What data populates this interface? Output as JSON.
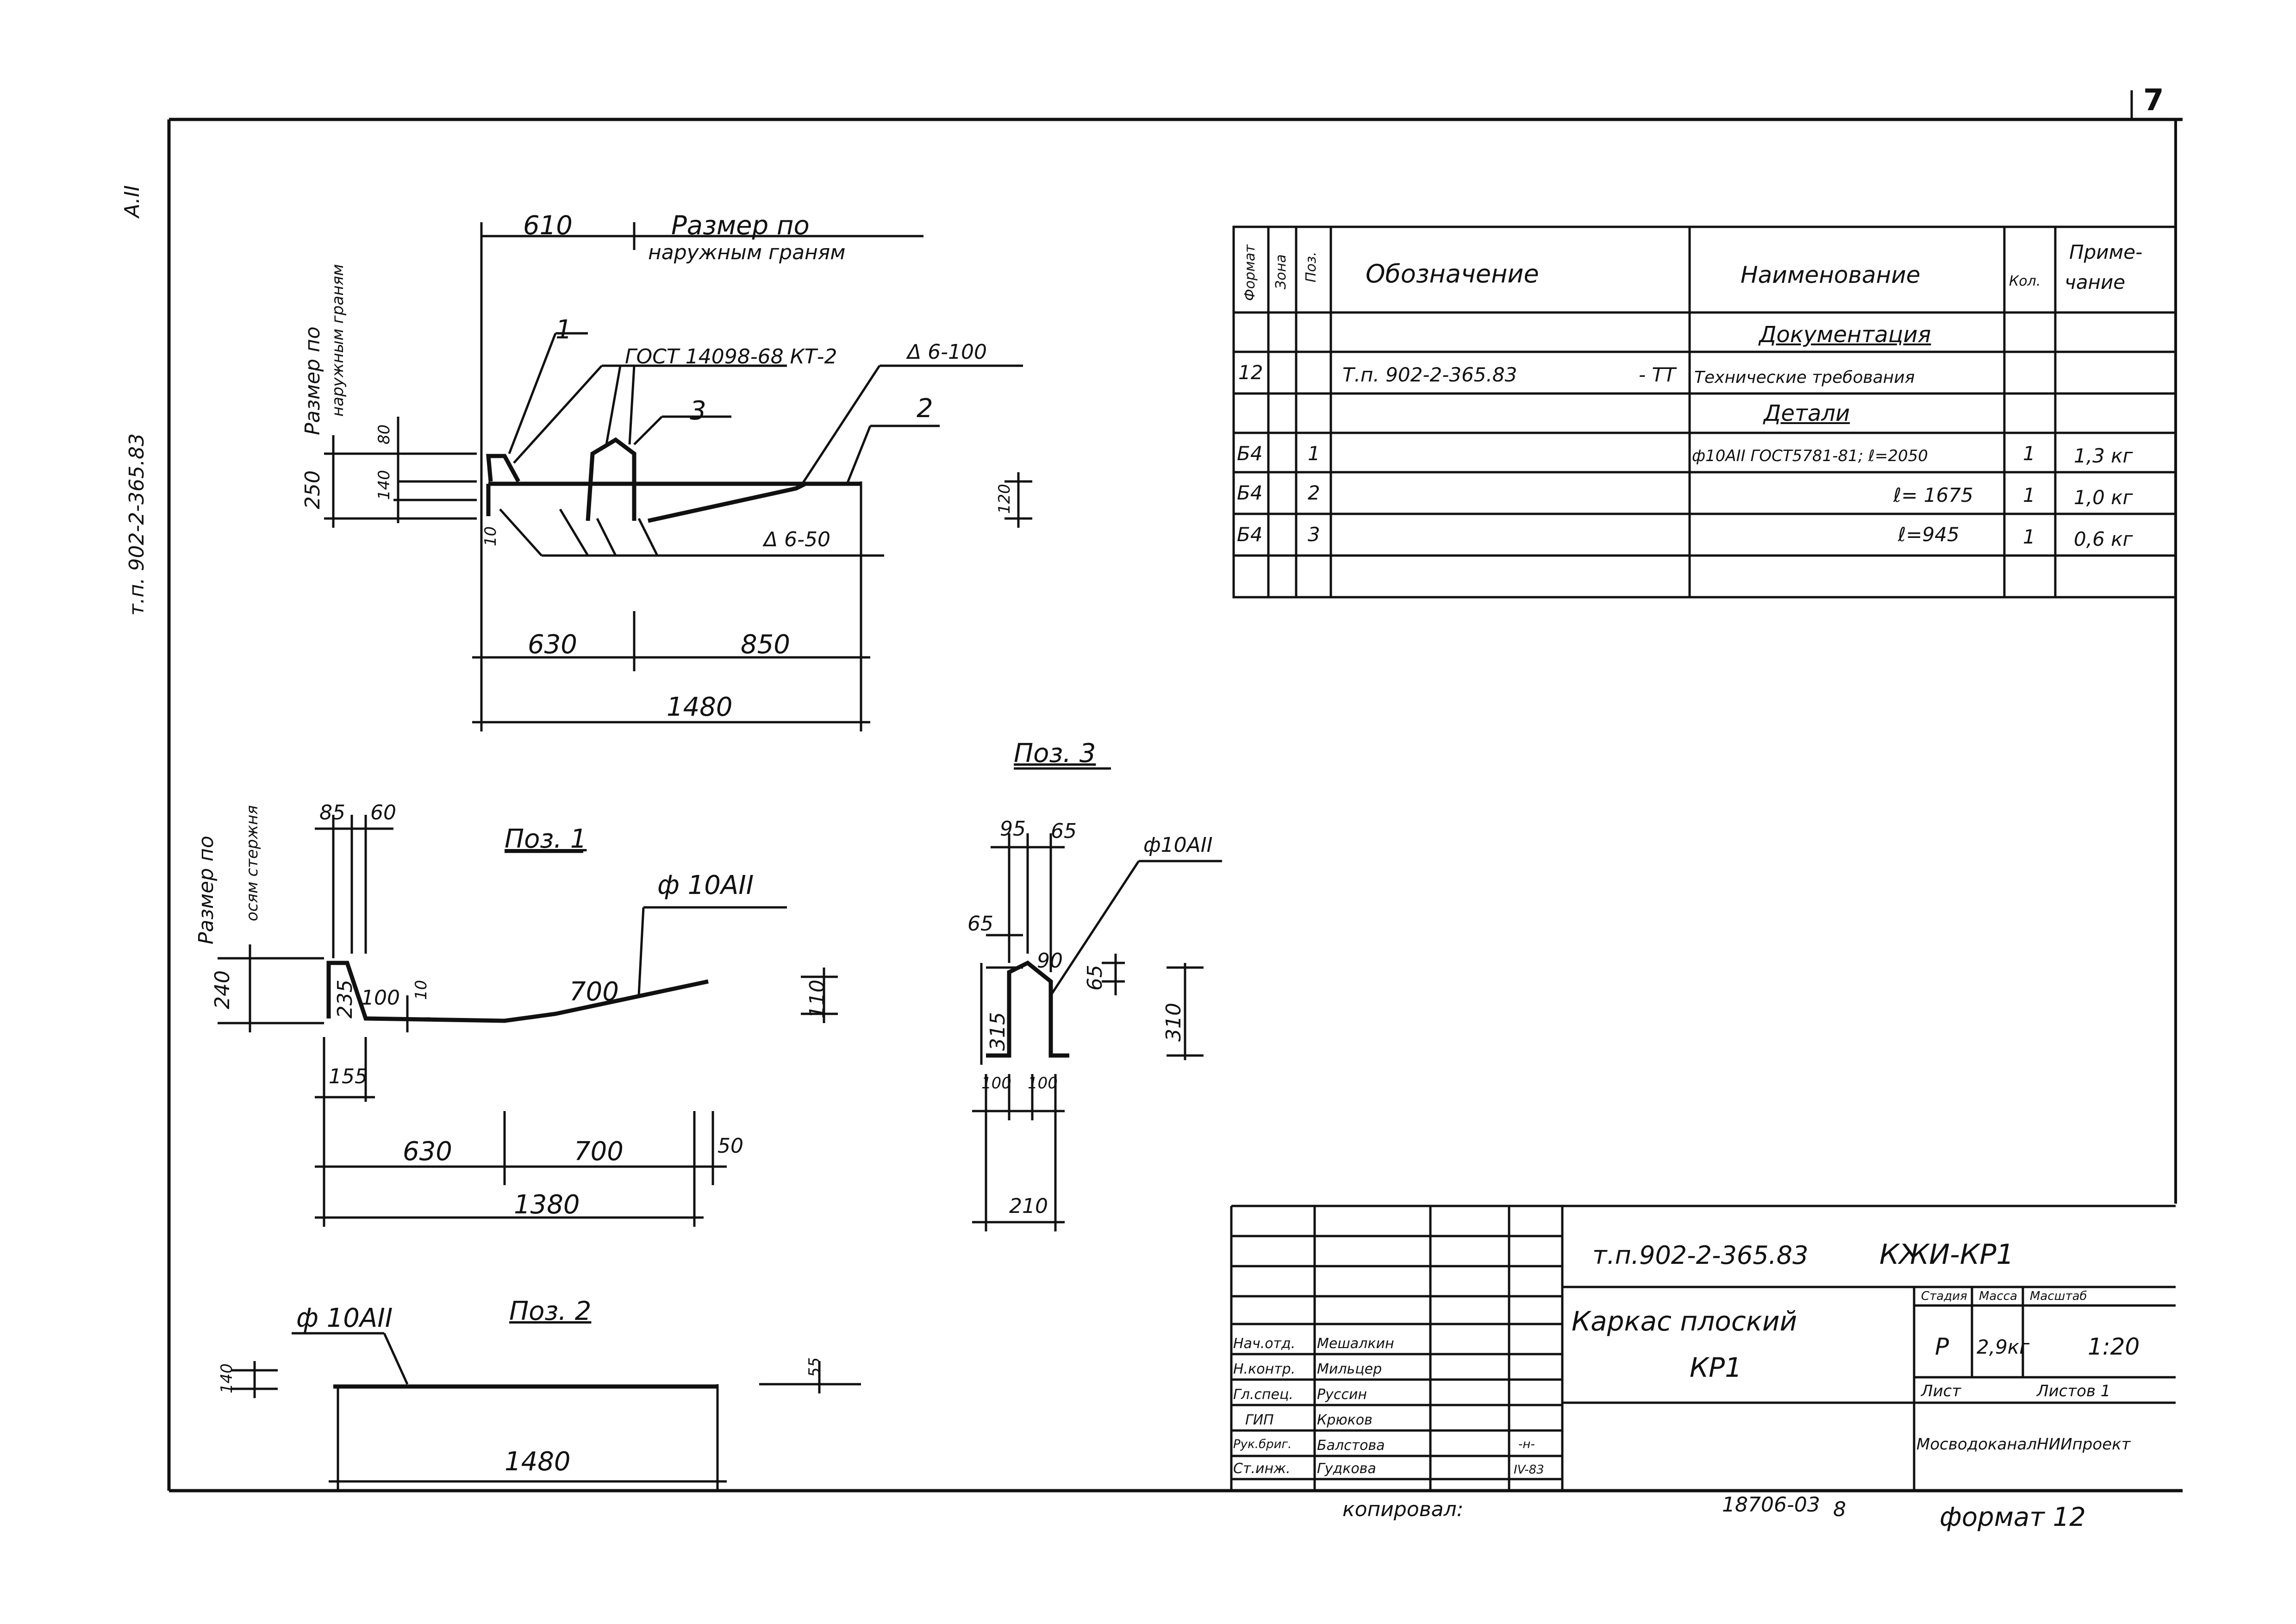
{
  "page_number": "7",
  "left_margin": {
    "corner_mark": "А.II",
    "doc_code": "т.п. 902-2-365.83"
  },
  "top_drawing": {
    "dim_610": "610",
    "note_line1": "Размер по",
    "note_line2": "наружным граням",
    "side_label1": "Размер по",
    "side_label2": "наружным граням",
    "dim_250": "250",
    "dim_80": "80",
    "dim_140": "140",
    "dim_120": "120",
    "dim_10": "10",
    "callout_1": "1",
    "callout_3": "3",
    "callout_2": "2",
    "gost_weld": "ГОСТ 14098-68 КТ-2",
    "weld_6_100": "Δ 6-100",
    "weld_6_50": "Δ 6-50",
    "dim_630": "630",
    "dim_850": "850",
    "dim_1480": "1480"
  },
  "pos1": {
    "title": "Поз. 1",
    "side_label1": "Размер по",
    "side_label2": "осям стержня",
    "dim_85": "85",
    "dim_60": "60",
    "dim_240": "240",
    "dim_235": "235",
    "dim_100": "100",
    "dim_10": "10",
    "dim_700_slope": "700",
    "dim_110": "110",
    "dim_155": "155",
    "dim_630": "630",
    "dim_700": "700",
    "dim_50": "50",
    "dim_1380": "1380",
    "rebar": "ф 10АII"
  },
  "pos3": {
    "title": "Поз. 3",
    "dim_95": "95",
    "dim_65_top": "65",
    "rebar": "ф10АII",
    "dim_65_left": "65",
    "dim_90": "90",
    "dim_65_right": "65",
    "dim_315": "315",
    "dim_310": "310",
    "dim_100a": "100",
    "dim_100b": "100",
    "dim_210": "210"
  },
  "pos2": {
    "title": "Поз. 2",
    "rebar": "ф 10АII",
    "dim_140": "140",
    "dim_55": "55",
    "dim_1480": "1480"
  },
  "spec_table": {
    "headers": {
      "format": "Формат",
      "zone": "Зона",
      "pos": "Поз.",
      "designation": "Обозначение",
      "name": "Наименование",
      "qty": "Кол.",
      "note1": "Приме-",
      "note2": "чание"
    },
    "section_docs": "Документация",
    "doc_row": {
      "format": "12",
      "designation": "Т.п. 902-2-365.83",
      "suffix": "- ТТ",
      "name": "Технические требования"
    },
    "section_parts": "Детали",
    "rows": [
      {
        "format": "Б4",
        "pos": "1",
        "name": "ф10АII ГОСТ5781-81; ℓ=2050",
        "qty": "1",
        "note": "1,3 кг"
      },
      {
        "format": "Б4",
        "pos": "2",
        "name": "ℓ= 1675",
        "qty": "1",
        "note": "1,0 кг"
      },
      {
        "format": "Б4",
        "pos": "3",
        "name": "ℓ=945",
        "qty": "1",
        "note": "0,6 кг"
      }
    ]
  },
  "title_block": {
    "doc_code": "т.п.902-2-365.83",
    "sheet_code": "КЖИ-КР1",
    "title_line1": "Каркас плоский",
    "title_line2": "КР1",
    "stage_label": "Стадия",
    "mass_label": "Масса",
    "scale_label": "Масштаб",
    "stage": "Р",
    "mass": "2,9кг",
    "scale": "1:20",
    "sheet_label": "Лист",
    "sheets_label": "Листов 1",
    "organization": "МосводоканалНИИпроект",
    "signatures": [
      {
        "role": "Нач.отд.",
        "name": "Мешалкин",
        "date": ""
      },
      {
        "role": "Н.контр.",
        "name": "Мильцер",
        "date": ""
      },
      {
        "role": "Гл.спец.",
        "name": "Руссин",
        "date": ""
      },
      {
        "role": "ГИП",
        "name": "Крюков",
        "date": ""
      },
      {
        "role": "Рук.бриг.",
        "name": "Балстова",
        "date": "-н-"
      },
      {
        "role": "Ст.инж.",
        "name": "Гудкова",
        "date": "IV-83"
      }
    ]
  },
  "footer": {
    "copied": "копировал:",
    "inventory": "18706-03",
    "sheet_num": "8",
    "format": "формат 12"
  }
}
